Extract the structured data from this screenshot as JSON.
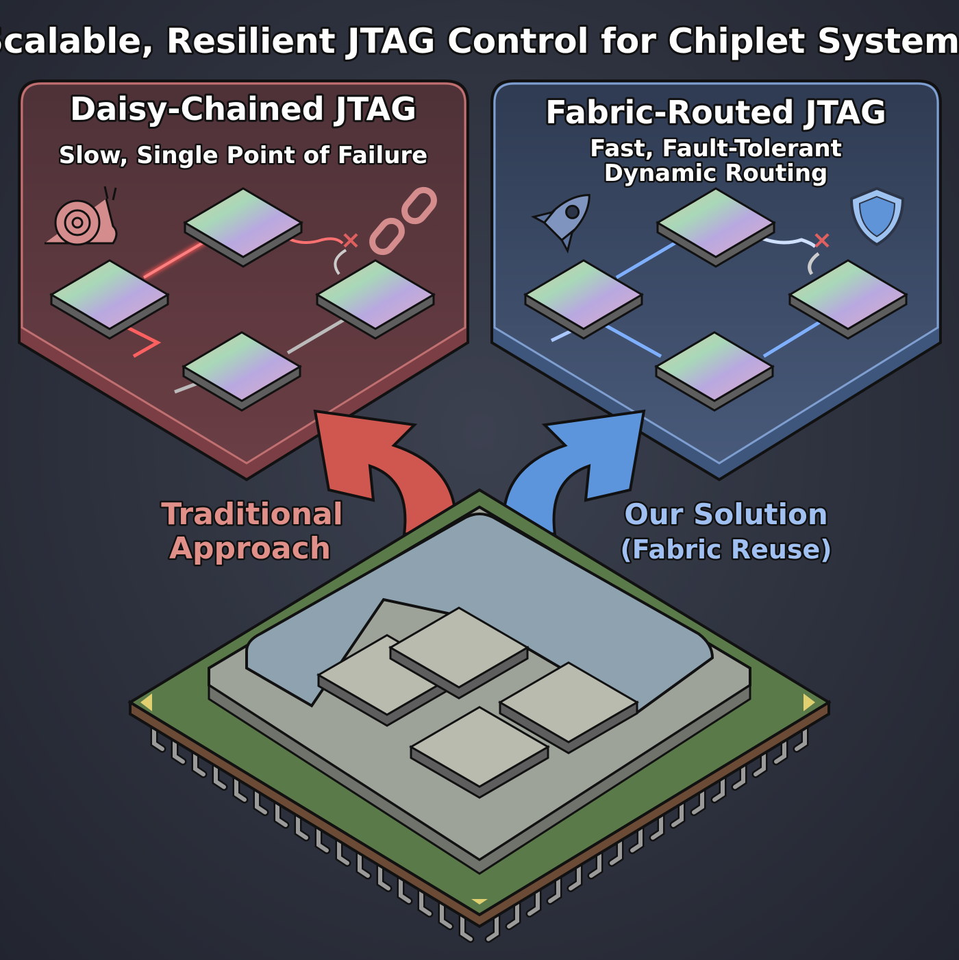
{
  "title": "Scalable, Resilient JTAG Control for Chiplet Systems",
  "left_panel": {
    "title": "Daisy-Chained JTAG",
    "subtitle": "Slow, Single Point of Failure",
    "icons": [
      "snail-icon",
      "broken-link-icon",
      "fault-x-icon"
    ],
    "accent": "#c86464"
  },
  "right_panel": {
    "title": "Fabric-Routed JTAG",
    "subtitle_line1": "Fast, Fault-Tolerant",
    "subtitle_line2": "Dynamic Routing",
    "icons": [
      "rocket-icon",
      "shield-icon",
      "fault-x-icon"
    ],
    "accent": "#6f9ee0"
  },
  "labels": {
    "traditional_line1": "Traditional",
    "traditional_line2": "Approach",
    "solution_line1": "Our Solution",
    "solution_line2": "(Fabric Reuse)"
  }
}
